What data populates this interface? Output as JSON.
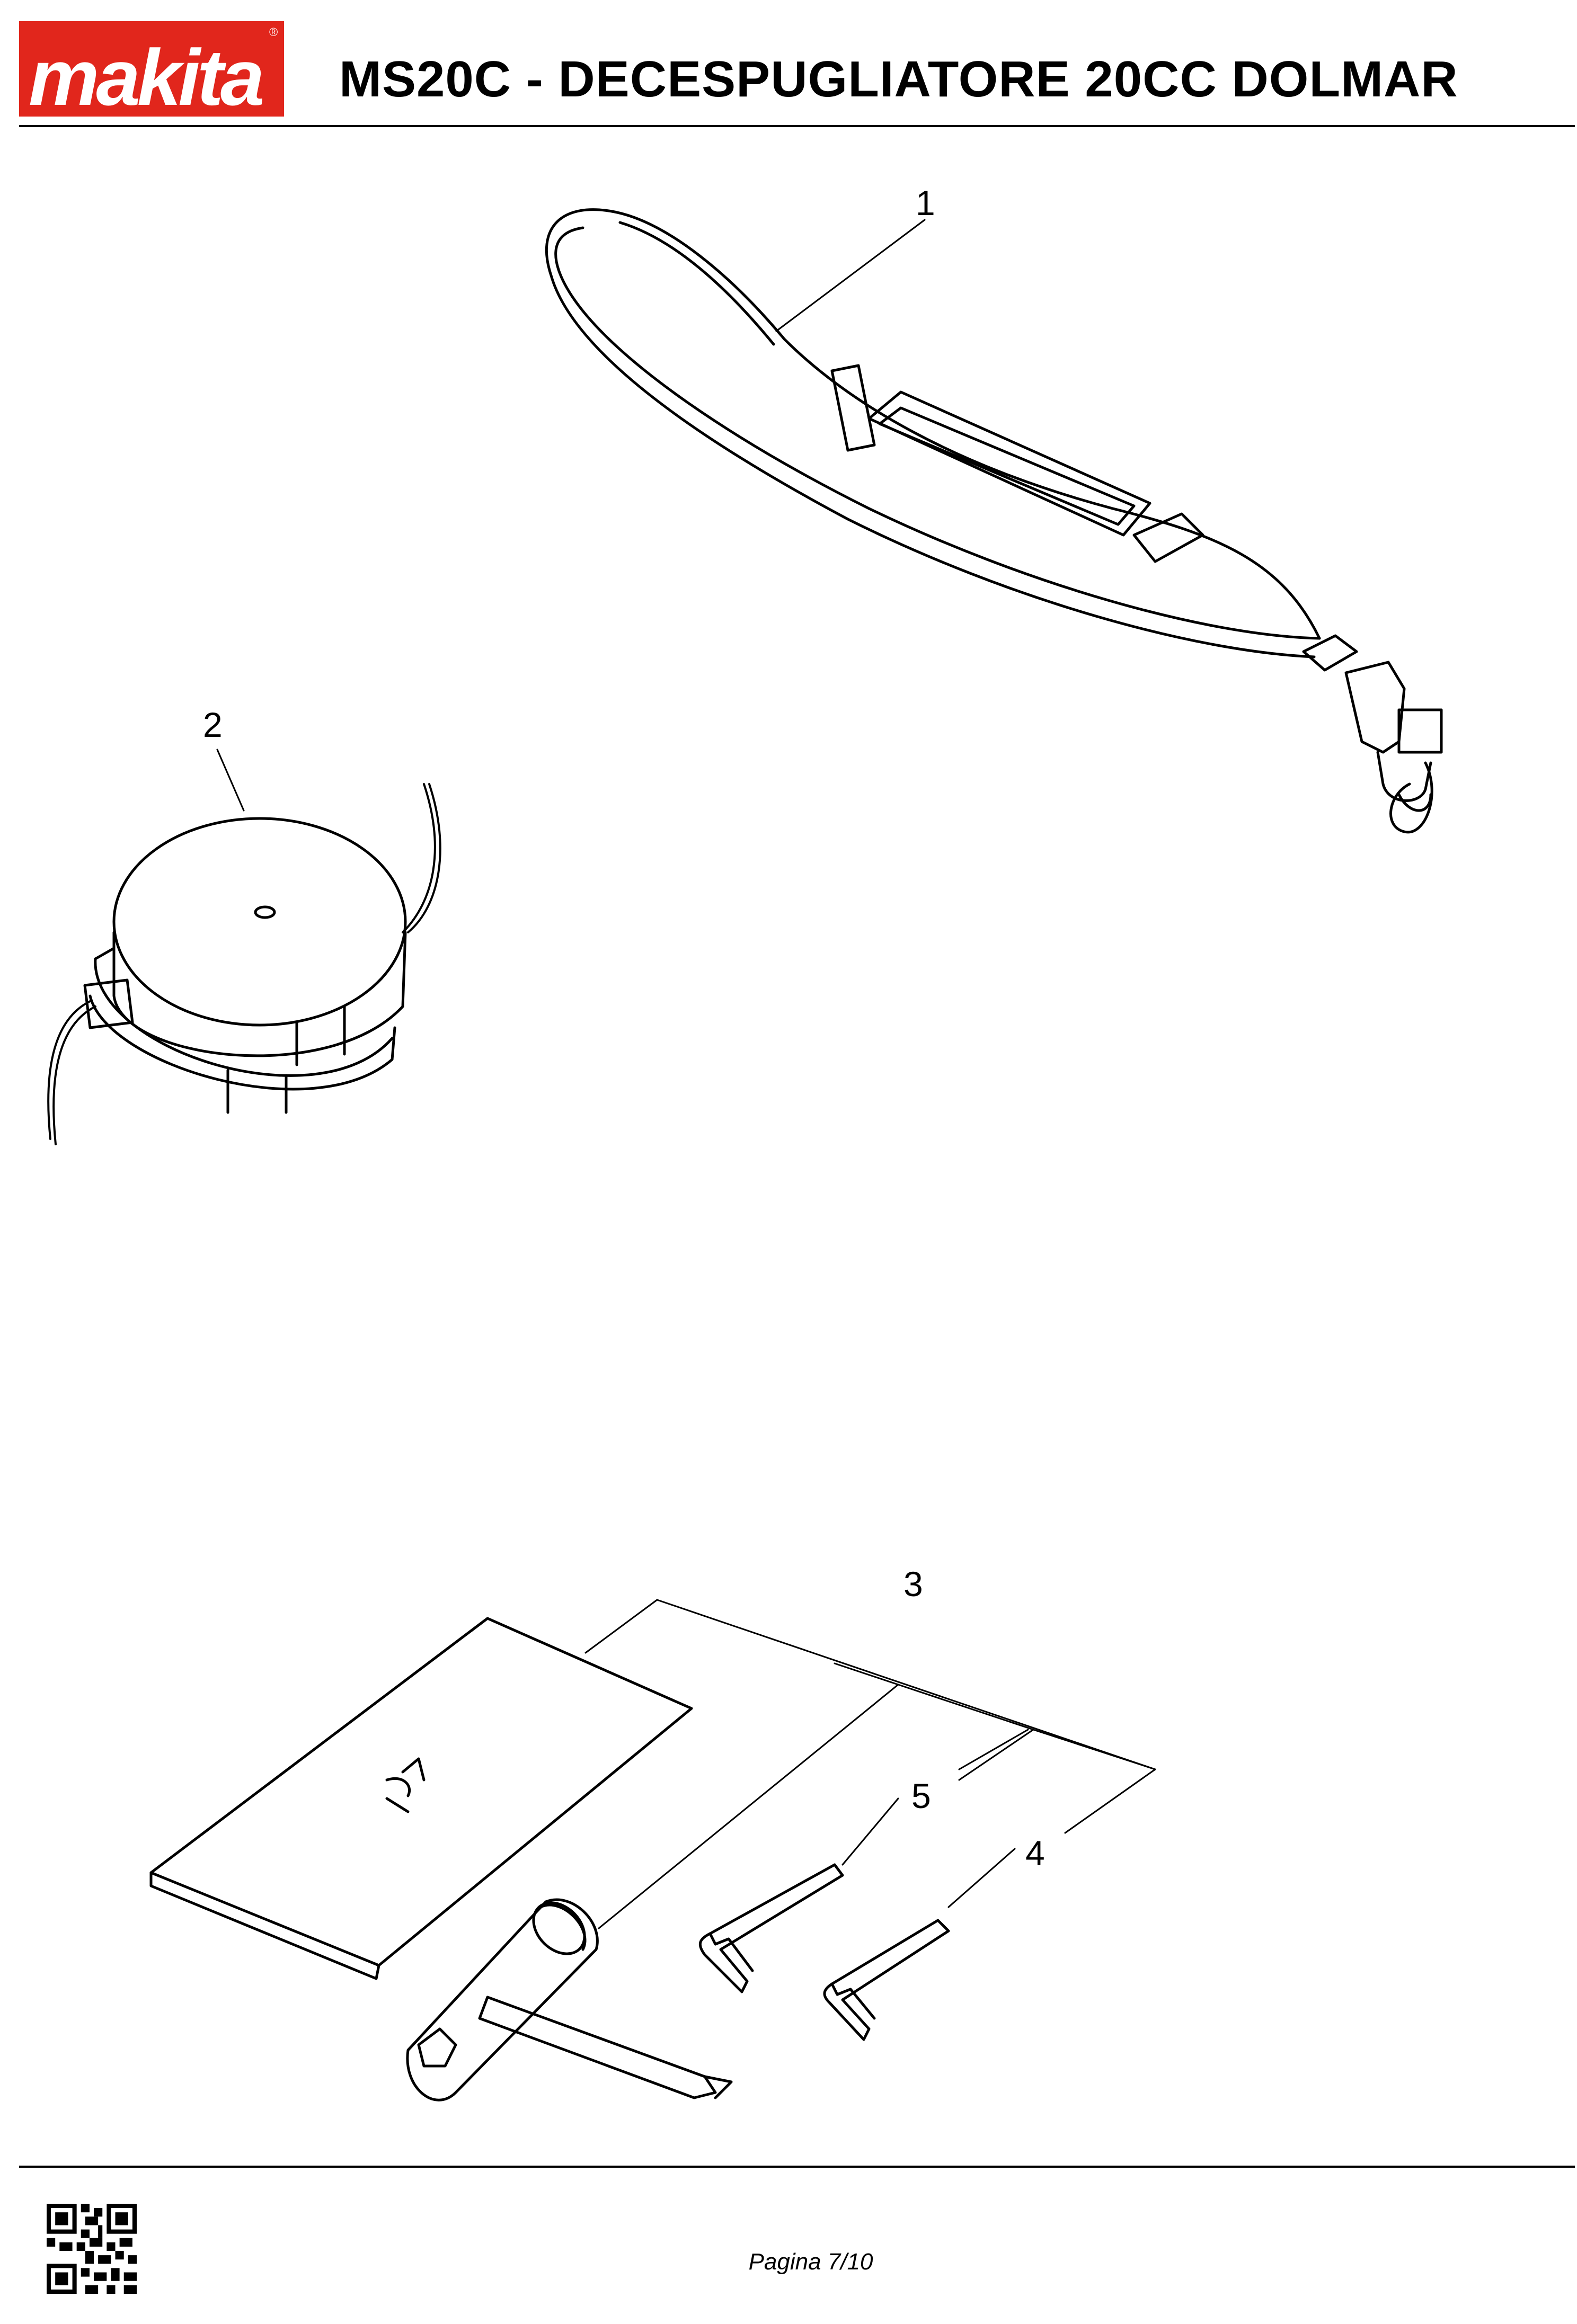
{
  "header": {
    "brand": "makita",
    "title": "MS20C - DECESPUGLIATORE 20CC DOLMAR"
  },
  "callouts": [
    "1",
    "2",
    "3",
    "5",
    "4"
  ],
  "footer": {
    "page_label": "Pagina 7/10"
  },
  "colors": {
    "brand_red": "#e1261c",
    "ink": "#000000"
  }
}
